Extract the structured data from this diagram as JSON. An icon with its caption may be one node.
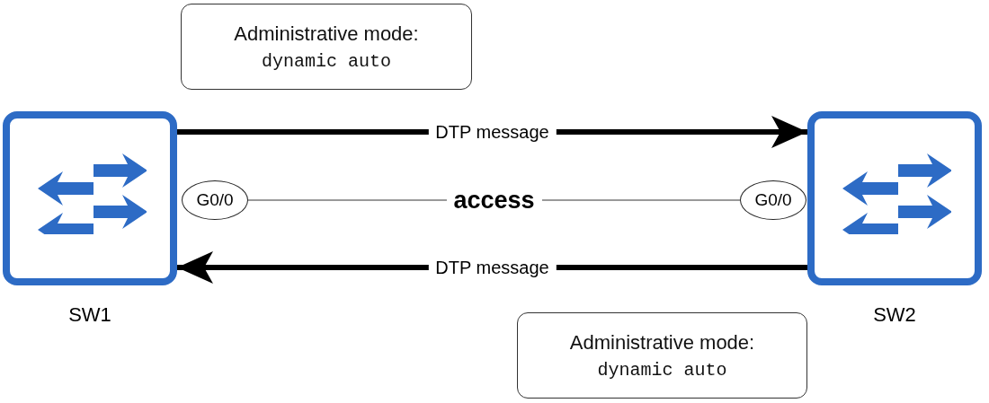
{
  "diagram": {
    "nodes": [
      {
        "text": [
          "Administrative mode:",
          "dynamic auto"
        ]
      },
      {
        "text": [
          "SW1"
        ]
      },
      {
        "text": [
          "G0/0"
        ]
      },
      {
        "text": [
          "G0/0"
        ]
      },
      {
        "text": [
          "SW2"
        ]
      },
      {
        "text": [
          "Administrative mode:",
          "dynamic auto"
        ]
      }
    ],
    "edges": [
      {
        "from": 1,
        "to": 4,
        "arrow": "to",
        "label": "DTP message"
      },
      {
        "from": 2,
        "to": 3,
        "arrow": "none",
        "label": "access",
        "color": "#999999"
      },
      {
        "from": 4,
        "to": 1,
        "arrow": "to",
        "label": "DTP message"
      }
    ]
  }
}
